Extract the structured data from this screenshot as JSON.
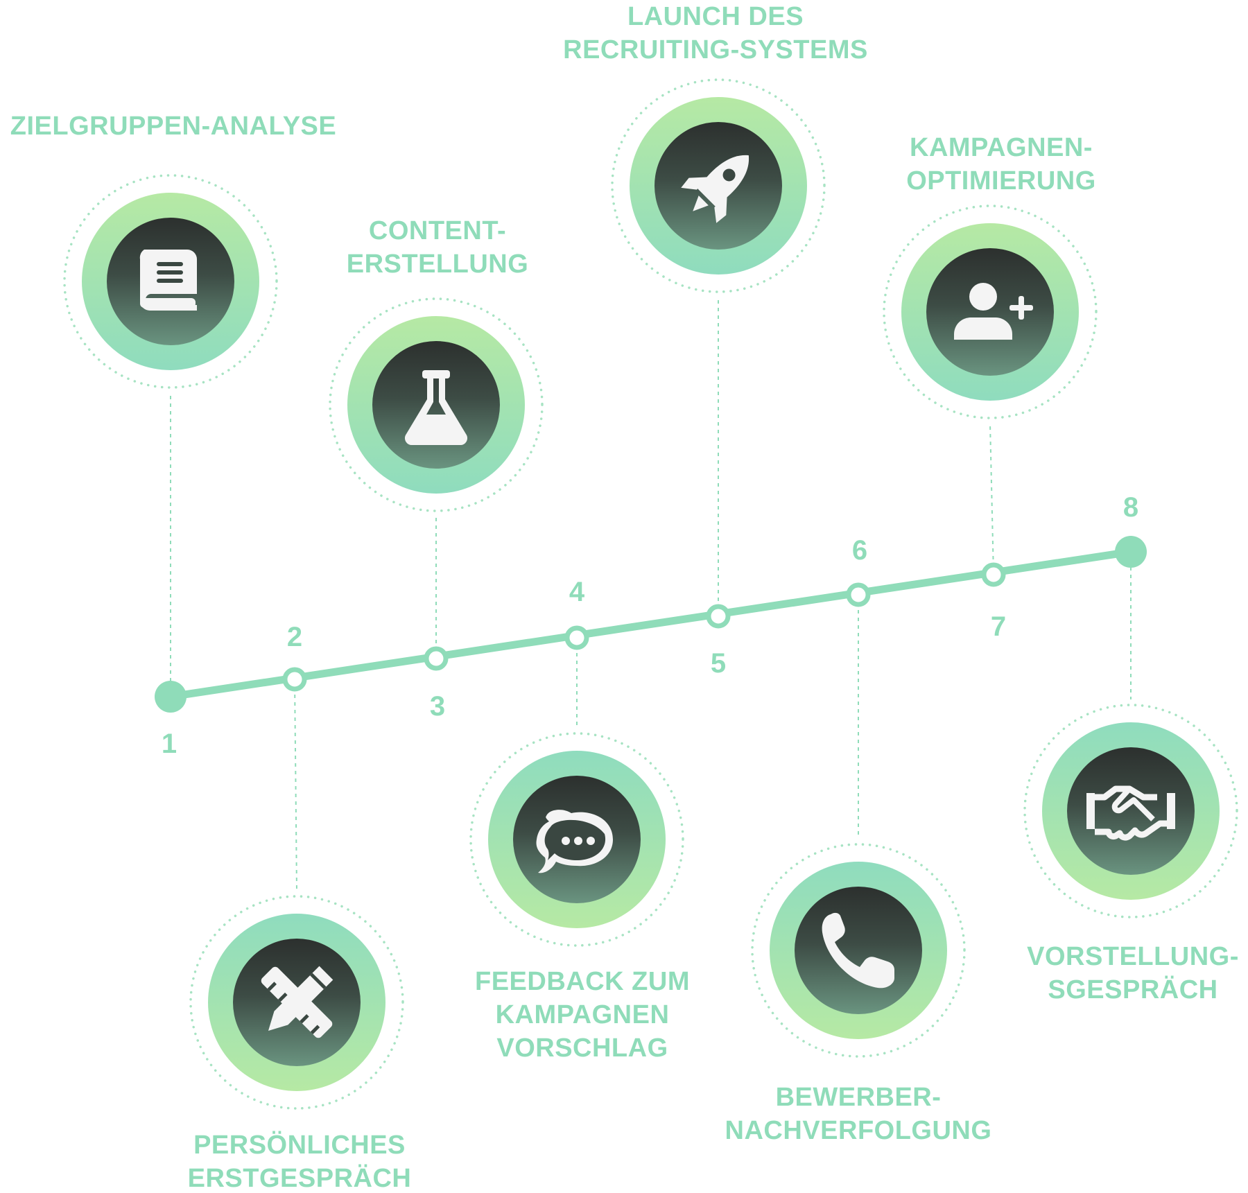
{
  "colors": {
    "accent": "#8fdcb9",
    "ring_light": "#b4e8a6",
    "ring_mint": "#90dcbc",
    "badge_dark": "#2e3532",
    "badge_mid": "#4c6a5c",
    "badge_light": "#6b9580",
    "glyph": "#f4f4f4"
  },
  "steps": [
    {
      "number": "1",
      "label_lines": [
        "ZIELGRUPPEN-ANALYSE"
      ],
      "icon": "book-icon",
      "marker": "filled"
    },
    {
      "number": "2",
      "label_lines": [
        "PERSÖNLICHES",
        "ERSTGESPRÄCH"
      ],
      "icon": "pencil-ruler-icon",
      "marker": "hollow"
    },
    {
      "number": "3",
      "label_lines": [
        "CONTENT-",
        "ERSTELLUNG"
      ],
      "icon": "flask-icon",
      "marker": "hollow"
    },
    {
      "number": "4",
      "label_lines": [
        "FEEDBACK ZUM",
        "KAMPAGNEN",
        "VORSCHLAG"
      ],
      "icon": "chat-bubble-icon",
      "marker": "hollow"
    },
    {
      "number": "5",
      "label_lines": [
        "LAUNCH DES",
        "RECRUITING-SYSTEMS"
      ],
      "icon": "rocket-icon",
      "marker": "hollow"
    },
    {
      "number": "6",
      "label_lines": [
        "BEWERBER-",
        "NACHVERFOLGUNG"
      ],
      "icon": "phone-icon",
      "marker": "hollow"
    },
    {
      "number": "7",
      "label_lines": [
        "KAMPAGNEN-",
        "OPTIMIERUNG"
      ],
      "icon": "add-user-icon",
      "marker": "hollow"
    },
    {
      "number": "8",
      "label_lines": [
        "VORSTELLUNG-",
        "SGESPRÄCH"
      ],
      "icon": "handshake-icon",
      "marker": "filled"
    }
  ]
}
